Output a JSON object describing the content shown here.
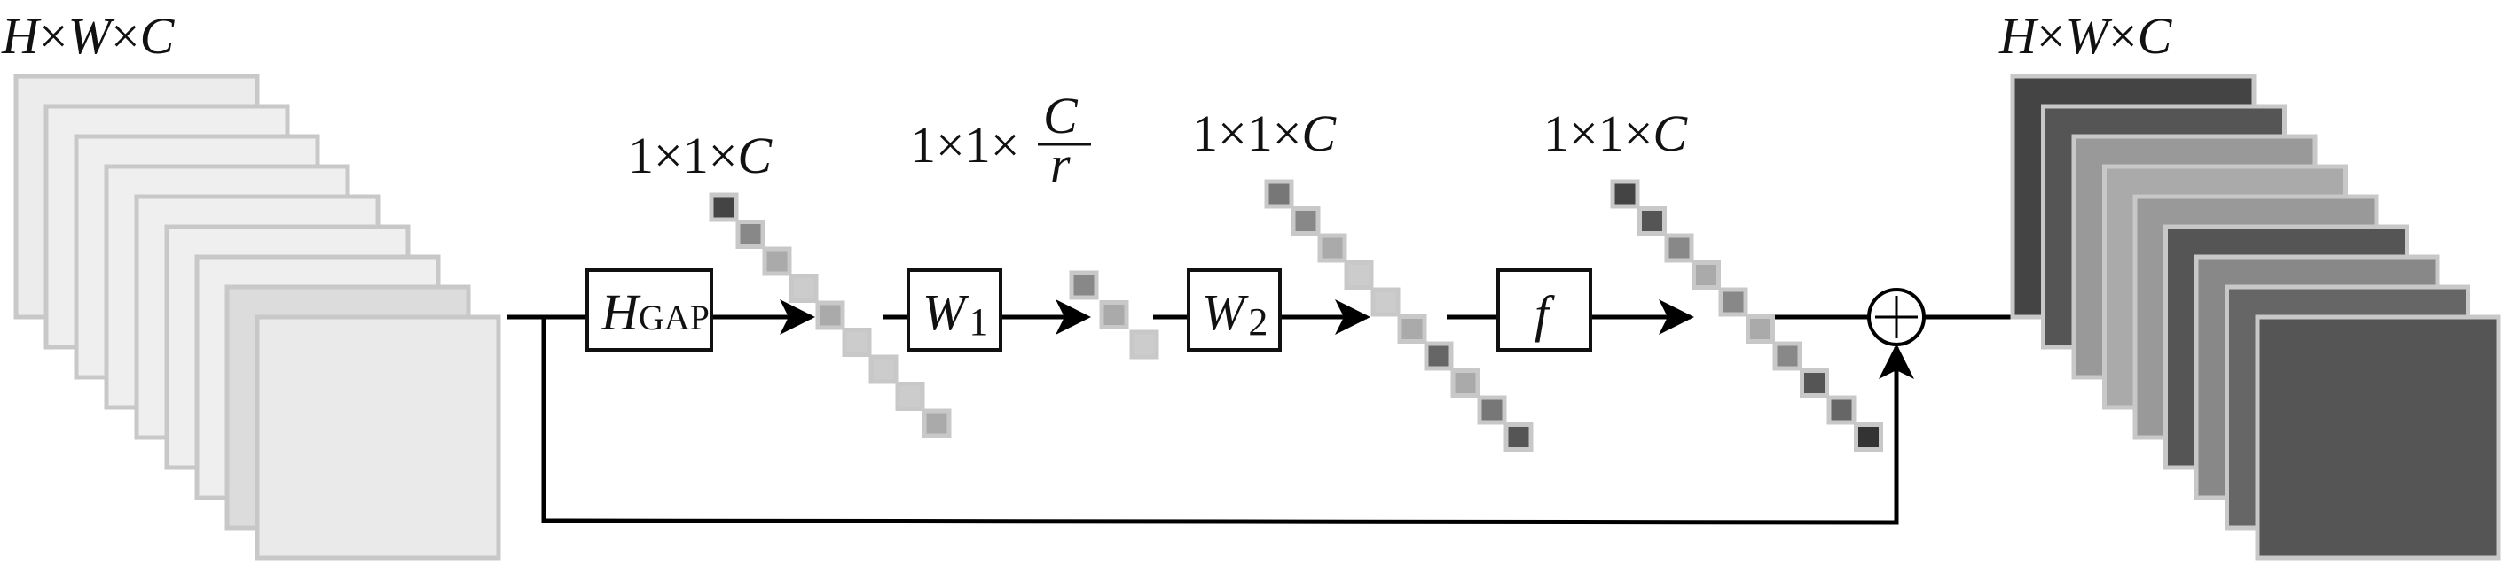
{
  "input_tensor": {
    "label": {
      "h": "H",
      "x1": "×",
      "w": "W",
      "x2": "×",
      "c": "C"
    },
    "sheet_colors": [
      "#ececec",
      "#efefef",
      "#efefef",
      "#efefef",
      "#efefef",
      "#efefef",
      "#efefef",
      "#dcdcdc",
      "#eaeaea"
    ]
  },
  "blocks": {
    "gap": {
      "main": "H",
      "sub": "GAP"
    },
    "w1": {
      "main": "W",
      "sub": "1"
    },
    "w2": {
      "main": "W",
      "sub": "2"
    },
    "f": {
      "main": "f"
    }
  },
  "vectors": [
    {
      "label": {
        "a": "1×1×",
        "c": "C"
      },
      "colors": [
        "#444444",
        "#888888",
        "#aaaaaa",
        "#cccccc",
        "#aaaaaa",
        "#cccccc",
        "#cccccc",
        "#cccccc",
        "#aaaaaa"
      ]
    },
    {
      "label": {
        "a": "1×1×",
        "num": "C",
        "den": "r"
      },
      "colors": [
        "#888888",
        "#aaaaaa",
        "#cccccc"
      ]
    },
    {
      "label": {
        "a": "1×1×",
        "c": "C"
      },
      "colors": [
        "#777777",
        "#888888",
        "#aaaaaa",
        "#cccccc",
        "#cccccc",
        "#aaaaaa",
        "#666666",
        "#aaaaaa",
        "#777777",
        "#555555"
      ]
    },
    {
      "label": {
        "a": "1×1×",
        "c": "C"
      },
      "colors": [
        "#444444",
        "#555555",
        "#888888",
        "#aaaaaa",
        "#888888",
        "#aaaaaa",
        "#888888",
        "#555555",
        "#666666",
        "#333333"
      ]
    }
  ],
  "sum_symbol": "+",
  "output_tensor": {
    "label": {
      "h": "H",
      "x1": "×",
      "w": "W",
      "x2": "×",
      "c": "C"
    },
    "sheet_colors": [
      "#444444",
      "#555555",
      "#999999",
      "#aaaaaa",
      "#999999",
      "#555555",
      "#888888",
      "#666666",
      "#555555"
    ]
  }
}
